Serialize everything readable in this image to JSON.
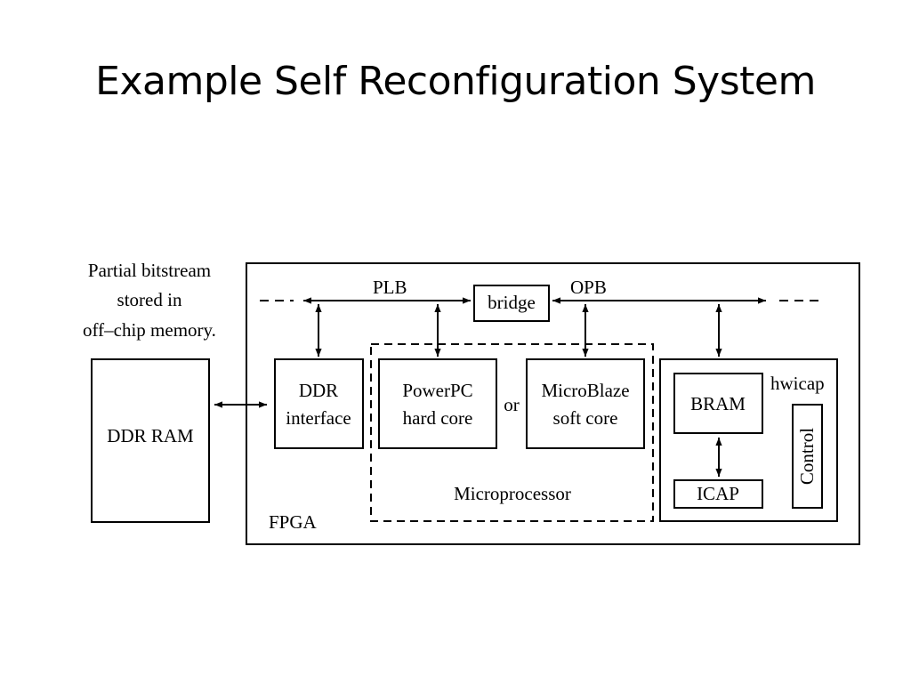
{
  "slide": {
    "title": "Example Self Reconfiguration System"
  },
  "diagram": {
    "note_lines": [
      "Partial bitstream",
      "stored in",
      "off–chip memory."
    ],
    "ddr_ram": "DDR RAM",
    "fpga": "FPGA",
    "plb": "PLB",
    "opb": "OPB",
    "bridge": "bridge",
    "ddr_interface_lines": [
      "DDR",
      "interface"
    ],
    "powerpc_lines": [
      "PowerPC",
      "hard core"
    ],
    "or": "or",
    "microblaze_lines": [
      "MicroBlaze",
      "soft core"
    ],
    "microprocessor": "Microprocessor",
    "hwicap": "hwicap",
    "bram": "BRAM",
    "icap": "ICAP",
    "control": "Control"
  }
}
